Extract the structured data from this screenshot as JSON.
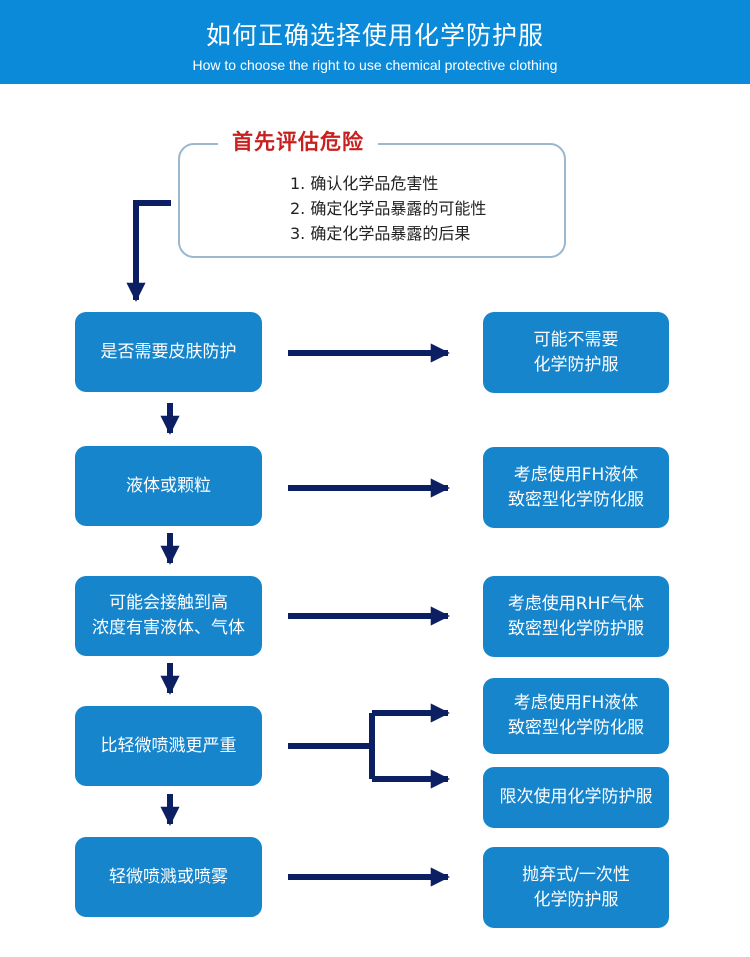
{
  "header": {
    "title": "如何正确选择使用化学防护服",
    "subtitle": "How to choose the right to use chemical protective clothing"
  },
  "assessment": {
    "title": "首先评估危险",
    "items": [
      "1. 确认化学品危害性",
      "2. 确定化学品暴露的可能性",
      "3. 确定化学品暴露的后果"
    ]
  },
  "decisions": [
    {
      "lines": [
        "是否需要皮肤防护"
      ]
    },
    {
      "lines": [
        "液体或颗粒"
      ]
    },
    {
      "lines": [
        "可能会接触到高",
        "浓度有害液体、气体"
      ]
    },
    {
      "lines": [
        "比轻微喷溅更严重"
      ]
    },
    {
      "lines": [
        "轻微喷溅或喷雾"
      ]
    }
  ],
  "outcomes": [
    {
      "lines": [
        "可能不需要",
        "化学防护服"
      ]
    },
    {
      "lines": [
        "考虑使用FH液体",
        "致密型化学防化服"
      ]
    },
    {
      "lines": [
        "考虑使用RHF气体",
        "致密型化学防护服"
      ]
    },
    {
      "lines": [
        "考虑使用FH液体",
        "致密型化学防化服"
      ]
    },
    {
      "lines": [
        "限次使用化学防护服"
      ]
    },
    {
      "lines": [
        "抛弃式/一次性",
        "化学防护服"
      ]
    }
  ],
  "colors": {
    "banner": "#0a8ad8",
    "box": "#1785cc",
    "arrow": "#0d1f63",
    "assessment_title": "#c8201e",
    "assessment_border": "#9ab8cf"
  }
}
